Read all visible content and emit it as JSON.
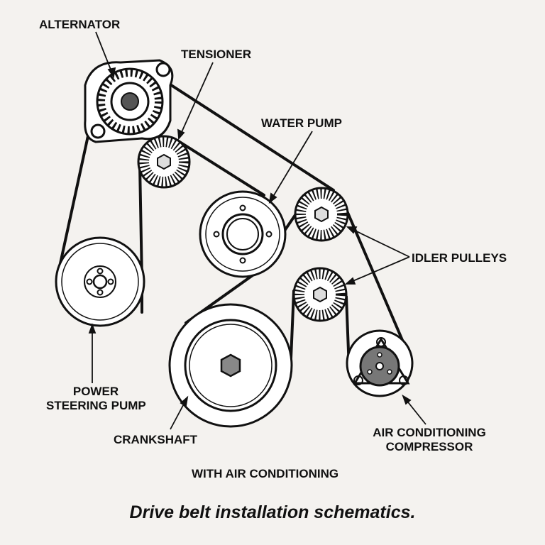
{
  "labels": {
    "alternator": "ALTERNATOR",
    "tensioner": "TENSIONER",
    "water_pump": "WATER PUMP",
    "idler_pulleys": "IDLER PULLEYS",
    "power_steering_line1": "POWER",
    "power_steering_line2": "STEERING PUMP",
    "crankshaft": "CRANKSHAFT",
    "ac_line1": "AIR CONDITIONING",
    "ac_line2": "COMPRESSOR",
    "variant": "WITH AIR CONDITIONING"
  },
  "caption": "Drive belt installation schematics."
}
